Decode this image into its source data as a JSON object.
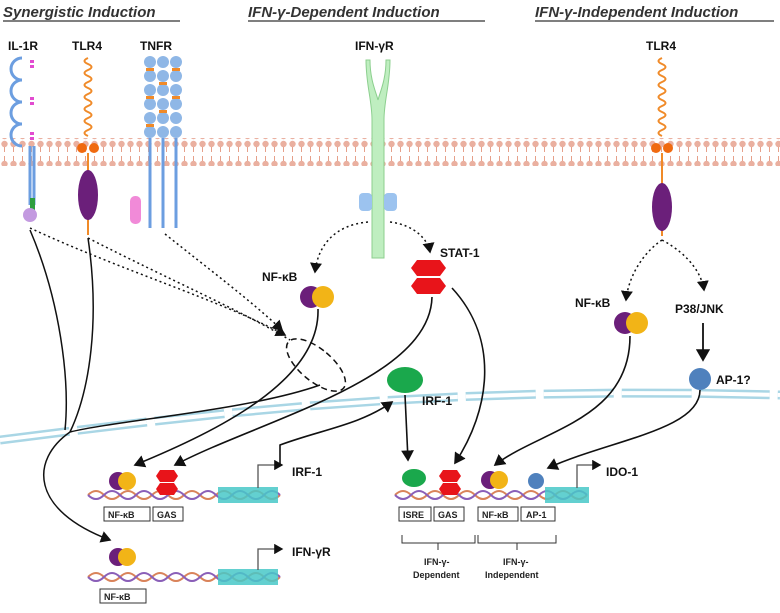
{
  "sections": {
    "synergistic": "Synergistic Induction",
    "dependent": "IFN-γ-Dependent Induction",
    "independent": "IFN-γ-Independent Induction"
  },
  "receptors": {
    "il1r": "IL-1R",
    "tlr4_left": "TLR4",
    "tnfr": "TNFR",
    "ifngr": "IFN-γR",
    "tlr4_right": "TLR4"
  },
  "factors": {
    "nfkb_center": "NF-κB",
    "stat1": "STAT-1",
    "irf1": "IRF-1",
    "nfkb_right": "NF-κB",
    "p38jnk": "P38/JNK",
    "ap1": "AP-1?"
  },
  "genes": {
    "irf1_gene": "IRF-1",
    "ifngr_gene": "IFN-γR",
    "ido1_gene": "IDO-1"
  },
  "promoter_sites": {
    "left_nfkb": "NF-κB",
    "left_gas": "GAS",
    "bottom_nfkb": "NF-κB",
    "isre": "ISRE",
    "right_gas": "GAS",
    "right_nfkb": "NF-κB",
    "ap1": "AP-1"
  },
  "groups": {
    "dependent_line1": "IFN-γ-",
    "dependent_line2": "Dependent",
    "independent_line1": "IFN-γ-",
    "independent_line2": "Independent"
  },
  "colors": {
    "membrane": "#e6a08a",
    "nucleus_membrane": "#a9d6e5",
    "dna_strand": "#d9835a",
    "promoter_box": "#48c8c8",
    "purple": "#6b1f7a",
    "gold": "#f2b417",
    "stat_red": "#e8141a",
    "irf_green": "#1aa84c",
    "ap1_blue": "#4f81bd",
    "tnfr_blue": "#8fb7e6",
    "il1r_pink": "#e24bd0",
    "tlr_orange": "#f08a28",
    "ifngr_green": "#bfeec0"
  }
}
